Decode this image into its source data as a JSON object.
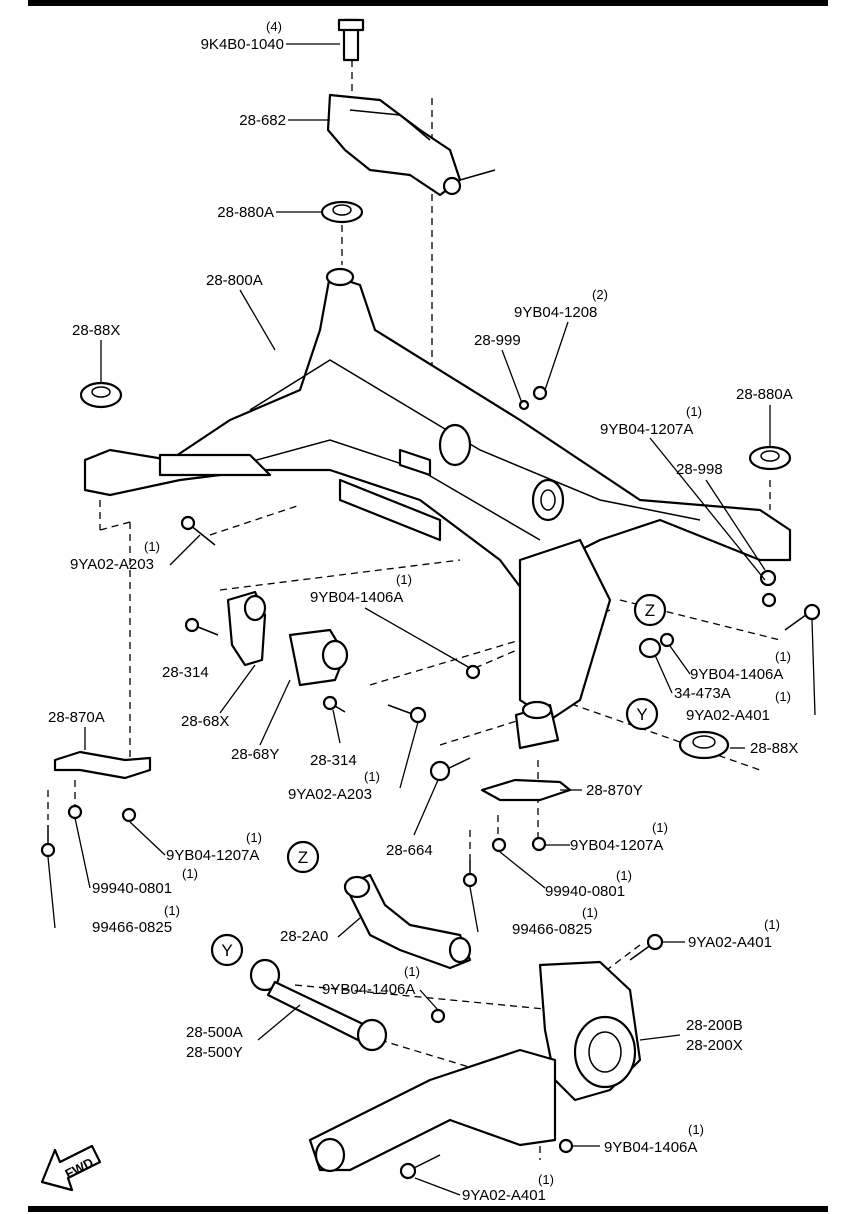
{
  "diagram": {
    "fwd_label": "FWD",
    "callouts": {
      "z_top": "Z",
      "y_top": "Y",
      "z_bottom": "Z",
      "y_bottom": "Y"
    },
    "labels": {
      "l01": "9K4B0-1040",
      "q01": "(4)",
      "l02": "28-682",
      "l03": "28-880A",
      "l04": "28-800A",
      "l05": "28-88X",
      "l06": "9YB04-1208",
      "q06": "(2)",
      "l07": "28-999",
      "l08": "28-880A",
      "l09": "9YB04-1207A",
      "q09": "(1)",
      "l10": "28-998",
      "l11": "9YA02-A203",
      "q11": "(1)",
      "l12": "9YB04-1406A",
      "q12": "(1)",
      "l13": "28-314",
      "l14": "28-68X",
      "l15": "28-68Y",
      "l16": "28-314",
      "l17": "9YA02-A203",
      "q17": "(1)",
      "l18": "9YB04-1406A",
      "q18": "(1)",
      "l19": "34-473A",
      "l20": "9YA02-A401",
      "q20": "(1)",
      "l21": "28-88X",
      "l22": "28-870A",
      "l23": "28-870Y",
      "l24": "28-664",
      "l25": "9YB04-1207A",
      "q25": "(1)",
      "l26": "9YB04-1207A",
      "q26": "(1)",
      "l27": "99940-0801",
      "q27": "(1)",
      "l28": "99940-0801",
      "q28": "(1)",
      "l29": "99466-0825",
      "q29": "(1)",
      "l30": "99466-0825",
      "q30": "(1)",
      "l31": "28-2A0",
      "l32": "9YA02-A401",
      "q32": "(1)",
      "l33": "9YB04-1406A",
      "q33": "(1)",
      "l34": "28-500A",
      "l35": "28-500Y",
      "l36": "28-200B",
      "l37": "28-200X",
      "l38": "9YB04-1406A",
      "q38": "(1)",
      "l39": "9YA02-A401",
      "q39": "(1)"
    }
  }
}
